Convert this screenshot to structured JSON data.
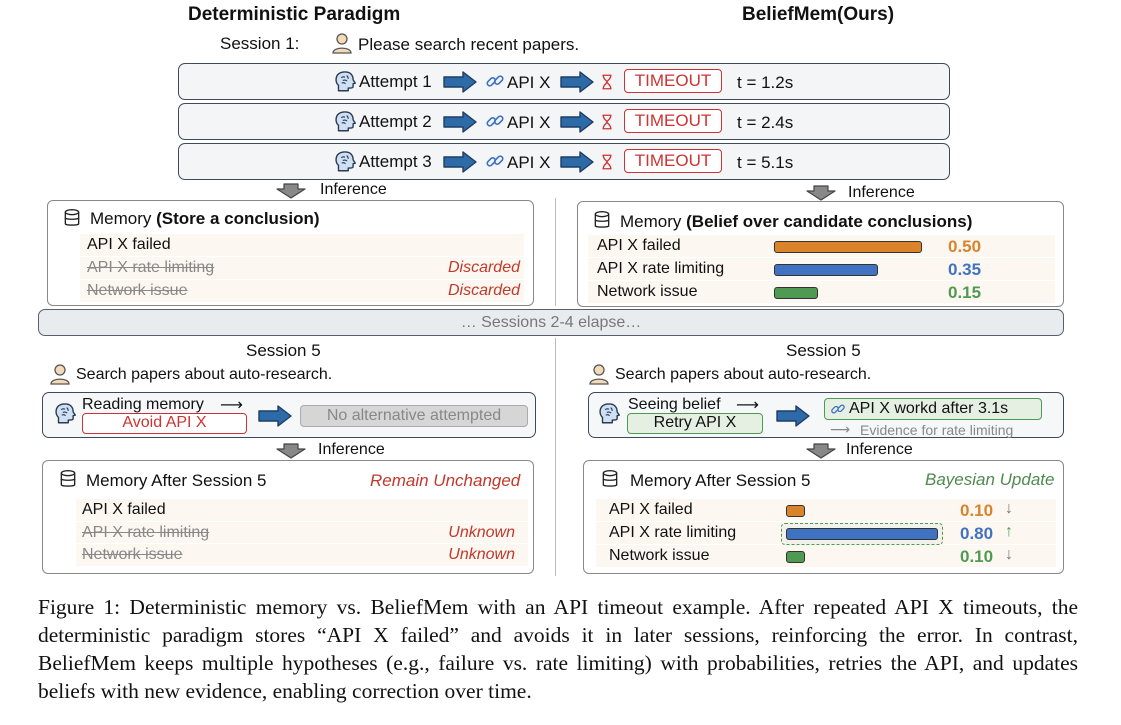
{
  "left_title": "Deterministic Paradigm",
  "right_title": "BeliefMem(Ours)",
  "session1": {
    "label": "Session 1:",
    "prompt": "Please search recent papers.",
    "attempts": [
      {
        "label": "Attempt 1",
        "api": "API X",
        "status": "TIMEOUT",
        "time": "t = 1.2s"
      },
      {
        "label": "Attempt 2",
        "api": "API X",
        "status": "TIMEOUT",
        "time": "t = 2.4s"
      },
      {
        "label": "Attempt 3",
        "api": "API X",
        "status": "TIMEOUT",
        "time": "t = 5.1s"
      }
    ]
  },
  "inference_label": "Inference",
  "left_memory": {
    "title_plain": "Memory ",
    "title_bold": "(Store a conclusion)",
    "rows": [
      {
        "text": "API X failed",
        "note": ""
      },
      {
        "text": "API X rate limiting",
        "note": "Discarded"
      },
      {
        "text": "Network issue",
        "note": "Discarded"
      }
    ]
  },
  "right_memory": {
    "title_plain": "Memory ",
    "title_bold": "(Belief over candidate conclusions)",
    "rows": [
      {
        "text": "API X failed",
        "value": 0.5,
        "label": "0.50",
        "color": "#d9842b"
      },
      {
        "text": "API X rate limiting",
        "value": 0.35,
        "label": "0.35",
        "color": "#3f73c2"
      },
      {
        "text": "Network issue",
        "value": 0.15,
        "label": "0.15",
        "color": "#4f9a52"
      }
    ]
  },
  "elapse": "… Sessions 2-4 elapse…",
  "session5": {
    "label": "Session 5",
    "prompt": "Search papers about auto-research."
  },
  "left_s5": {
    "reading": "Reading memory",
    "avoid": "Avoid API X",
    "no_alt": "No alternative attempted"
  },
  "right_s5": {
    "seeing": "Seeing belief",
    "retry": "Retry API X",
    "result": "API X workd after 3.1s",
    "evidence": "Evidence for rate limiting"
  },
  "left_after": {
    "title": "Memory After Session 5",
    "status": "Remain Unchanged",
    "rows": [
      {
        "text": "API X failed",
        "note": ""
      },
      {
        "text": "API X rate limiting",
        "note": "Unknown"
      },
      {
        "text": "Network issue",
        "note": "Unknown"
      }
    ]
  },
  "right_after": {
    "title": "Memory After Session 5",
    "status": "Bayesian Update",
    "rows": [
      {
        "text": "API X failed",
        "value": 0.1,
        "label": "0.10",
        "trend": "↓",
        "color": "#d9842b"
      },
      {
        "text": "API X rate limiting",
        "value": 0.8,
        "label": "0.80",
        "trend": "↑",
        "color": "#3f73c2"
      },
      {
        "text": "Network issue",
        "value": 0.1,
        "label": "0.10",
        "trend": "↓",
        "color": "#4f9a52"
      }
    ]
  },
  "caption": "Figure 1: Deterministic memory vs. BeliefMem with an API timeout example. After repeated API X timeouts, the deterministic paradigm stores “API X failed” and avoids it in later sessions, reinforcing the error. In contrast, BeliefMem keeps multiple hypotheses (e.g., failure vs. rate limiting) with probabilities, retries the API, and updates beliefs with new evidence, enabling correction over time."
}
